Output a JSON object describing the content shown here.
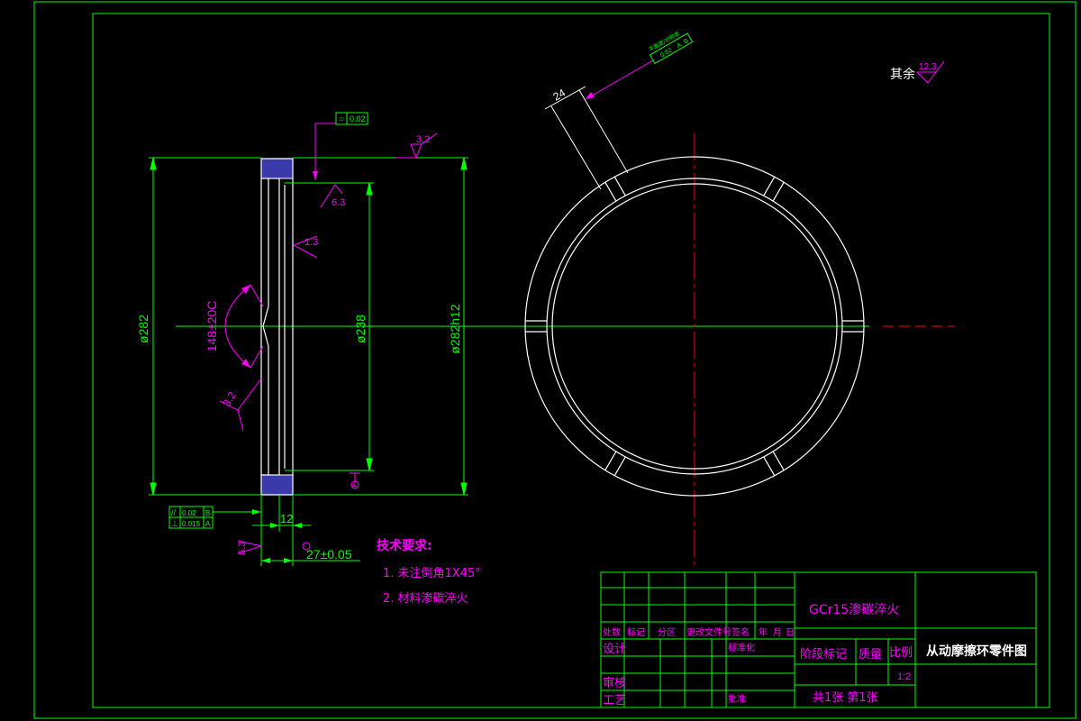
{
  "colors": {
    "background": "#000000",
    "outline": "#00ff00",
    "part": "#ffffff",
    "dimension": "#ff00ff",
    "centerline": "#ff0000",
    "hatch": "#3a3aaa",
    "text_white": "#ffffff"
  },
  "roughness": {
    "other": "其余",
    "other_value": "12.3",
    "top_face": "3.2",
    "bore": "6.3",
    "inner_face": "1.3",
    "chamfer_face": "3.2",
    "left_face": "6.3"
  },
  "dimensions": {
    "outer_dia": "ø282",
    "outer_dia_fit": "ø282h12",
    "bore_dia": "ø238",
    "angle": "148±20C",
    "slot_width": "24",
    "flange": "12",
    "thickness": "27±0.05"
  },
  "tolerances": {
    "roundness_symbol": "○",
    "roundness_value": "0.02",
    "parallel_symbol": "//",
    "parallel_value": "0.02",
    "parallel_datum": "B",
    "perp_symbol": "⊥",
    "perp_value": "0.015",
    "perp_datum": "A",
    "slot_label": "平面度/对称度",
    "slot_value": "0.02",
    "slot_datum_a": "A",
    "slot_datum_b": "B",
    "datum_a": "A"
  },
  "tech_notes": {
    "title": "技术要求:",
    "items": [
      "1. 未注倒角1X45°",
      "2. 材料渗碳淬火"
    ]
  },
  "title_block": {
    "material": "GCr15渗碳淬火",
    "drawing_name": "从动摩擦环零件图",
    "stage_mark": "阶段标记",
    "weight": "质量",
    "scale_label": "比例",
    "scale_value": "1:2",
    "sheets": "共1张  第1张",
    "header": [
      "处数",
      "标记",
      "分区",
      "更改文件号",
      "签名",
      "年",
      "月",
      "日"
    ],
    "design": "设计",
    "standardize": "标准化",
    "review": "审核",
    "process": "工艺",
    "approve": "批准"
  }
}
